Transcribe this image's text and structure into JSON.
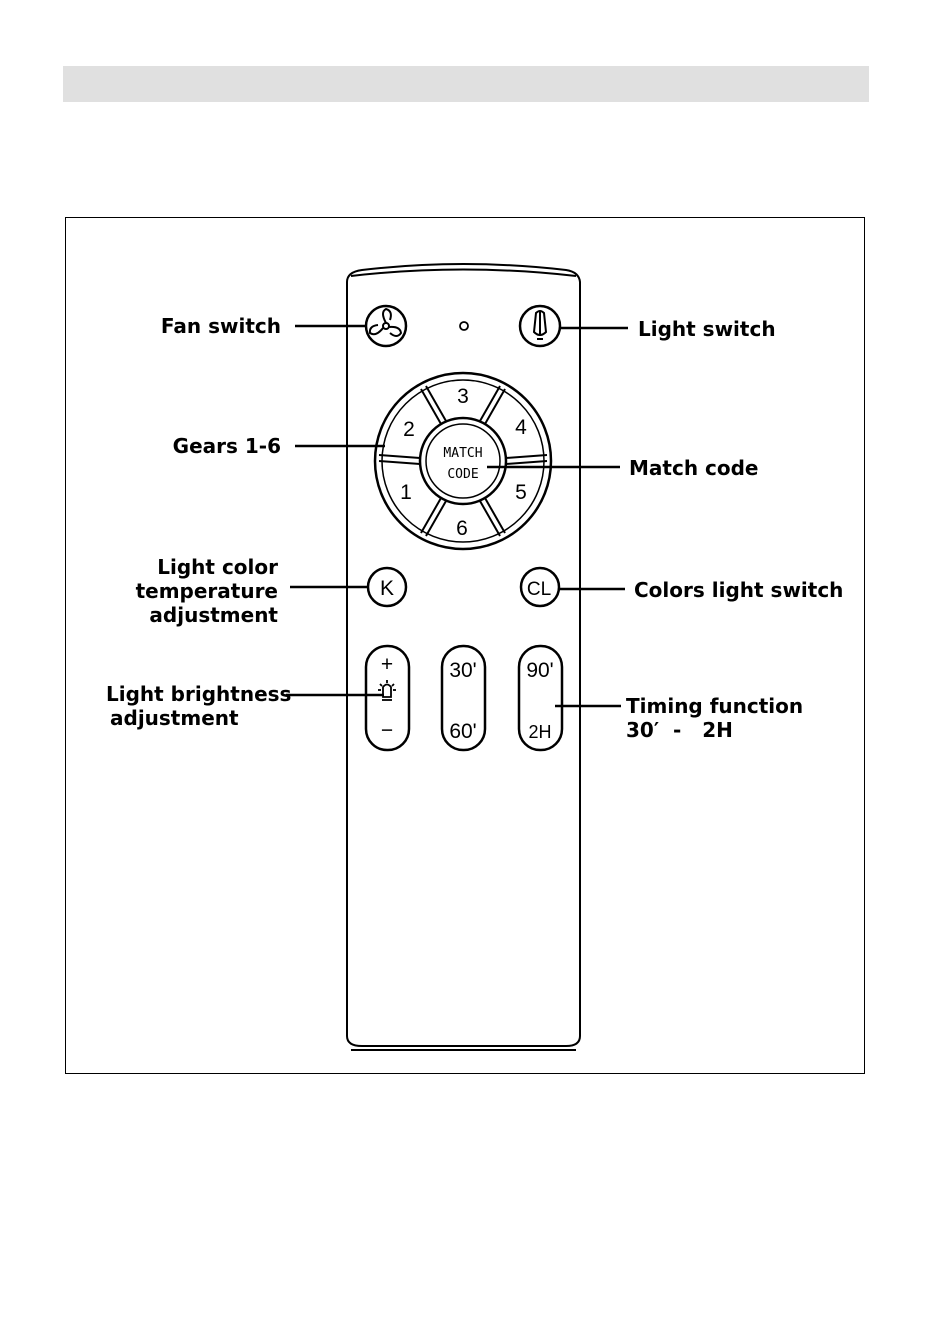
{
  "labels": {
    "fan_switch": "Fan switch",
    "light_switch": "Light switch",
    "gears": "Gears 1-6",
    "match_code": "Match code",
    "color_temp_1": "Light color",
    "color_temp_2": "temperature",
    "color_temp_3": "adjustment",
    "colors_light_switch": "Colors light switch",
    "brightness_1": "Light brightness",
    "brightness_2": "adjustment",
    "timing_1": "Timing function",
    "timing_2": "30′  -   2H"
  },
  "remote": {
    "gear_buttons": [
      "1",
      "2",
      "3",
      "4",
      "5",
      "6"
    ],
    "match_line1": "MATCH",
    "match_line2": "CODE",
    "k_button": "K",
    "cl_button": "CL",
    "brightness_plus": "+",
    "brightness_minus": "−",
    "timer_30": "30'",
    "timer_60": "60'",
    "timer_90": "90'",
    "timer_2h": "2H"
  },
  "icons": {
    "fan": "fan-icon",
    "light": "bulb-icon",
    "brightness": "bulb-brightness-icon"
  }
}
